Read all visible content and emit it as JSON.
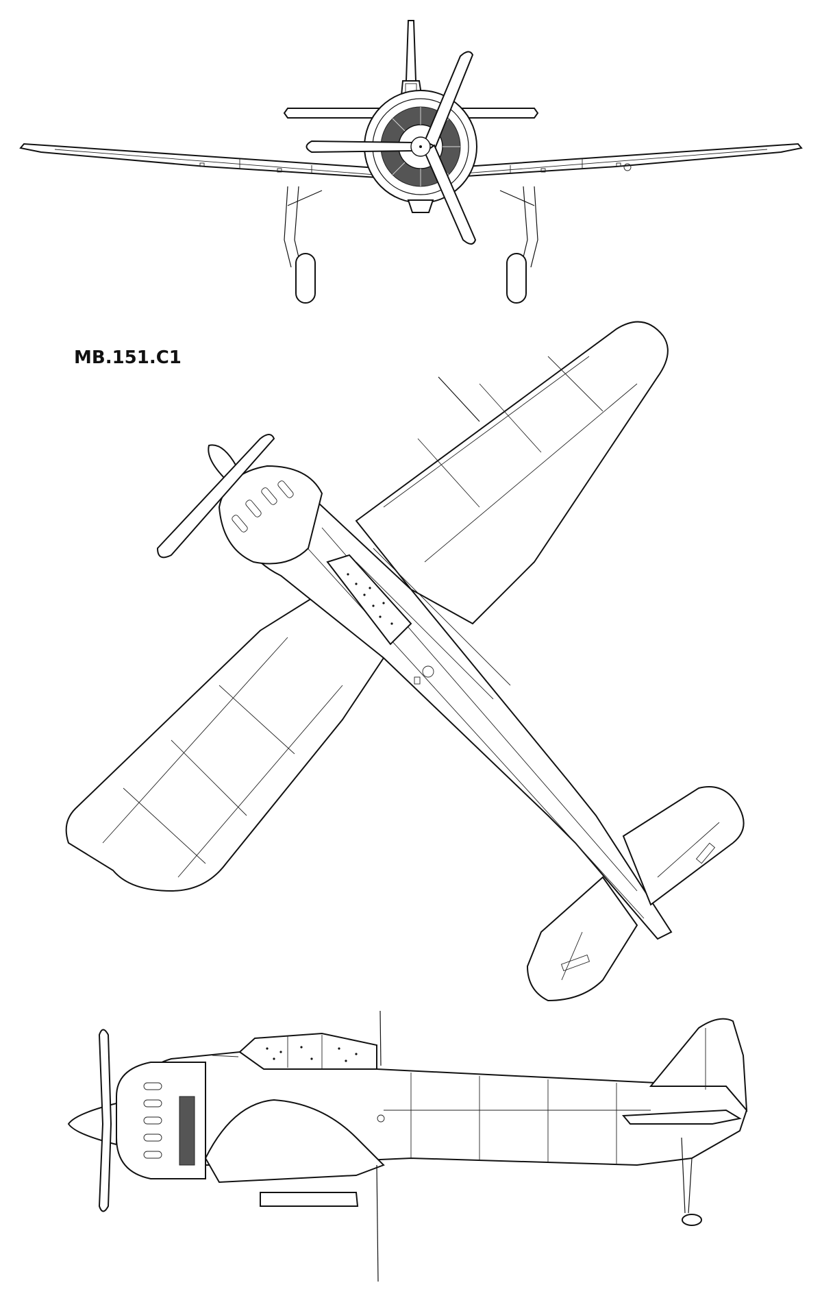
{
  "title": "MB.151.C1",
  "views": [
    "front-view",
    "plan-view",
    "side-view"
  ],
  "colors": {
    "line": "#111111",
    "paper": "#ffffff"
  }
}
